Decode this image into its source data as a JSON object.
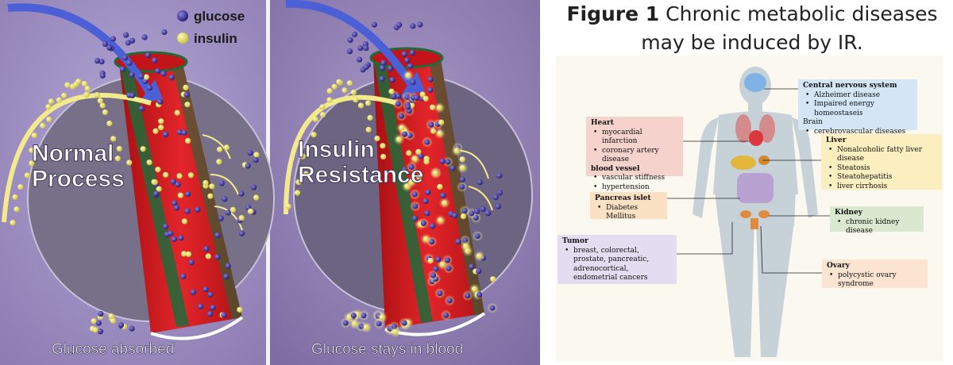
{
  "left_illustration": {
    "legend": [
      {
        "label": "glucose",
        "color": "#3a2f8f"
      },
      {
        "label": "insulin",
        "color": "#e8df5a"
      }
    ],
    "panels": [
      {
        "title_line1": "Normal",
        "title_line2": "Process",
        "caption": "Glucose absorbed"
      },
      {
        "title_line1": "Insulin",
        "title_line2": "Resistance",
        "caption": "Glucose stays in blood"
      }
    ],
    "colors": {
      "background": "#9b8bbf",
      "vessel": "#d4171b",
      "vessel_wall": "#1f6b3a",
      "arrow_blue": "#4b5fd6"
    }
  },
  "figure": {
    "caption_bold": "Figure 1",
    "caption_rest": "Chronic metabolic diseases may be induced by IR.",
    "boxes": {
      "cns": {
        "title": "Central nervous system",
        "items": [
          "Alzheimer disease",
          "Impaired energy homeostaseis"
        ],
        "sub_title": "Brain",
        "sub_items": [
          "cerebrovascular diseases"
        ],
        "color": "#d4e6f5"
      },
      "heart": {
        "title": "Heart",
        "items": [
          "myocardial infarction",
          "coronary artery disease"
        ],
        "sub_title": "blood vessel",
        "sub_items": [
          "vascular stiffness",
          "hypertension"
        ],
        "color": "#f5d2cc"
      },
      "liver": {
        "title": "Liver",
        "items": [
          "Nonalcoholic fatty liver disease",
          "Steatosis",
          "Steatohepatitis",
          "liver cirrhosis"
        ],
        "color": "#fbefbf"
      },
      "pancreas": {
        "title": "Pancreas islet",
        "items": [
          "Diabetes Mellitus"
        ],
        "color": "#fbe1c4"
      },
      "kidney": {
        "title": "Kidney",
        "items": [
          "chronic kidney disease"
        ],
        "color": "#d9e8cf"
      },
      "tumor": {
        "title": "Tumor",
        "items": [
          "breast, colorectal, prostate, pancreatic, adrenocortical, endometrial cancers"
        ],
        "color": "#e4dcf0"
      },
      "ovary": {
        "title": "Ovary",
        "items": [
          "polycystic ovary syndrome"
        ],
        "color": "#fbe4d2"
      }
    }
  }
}
